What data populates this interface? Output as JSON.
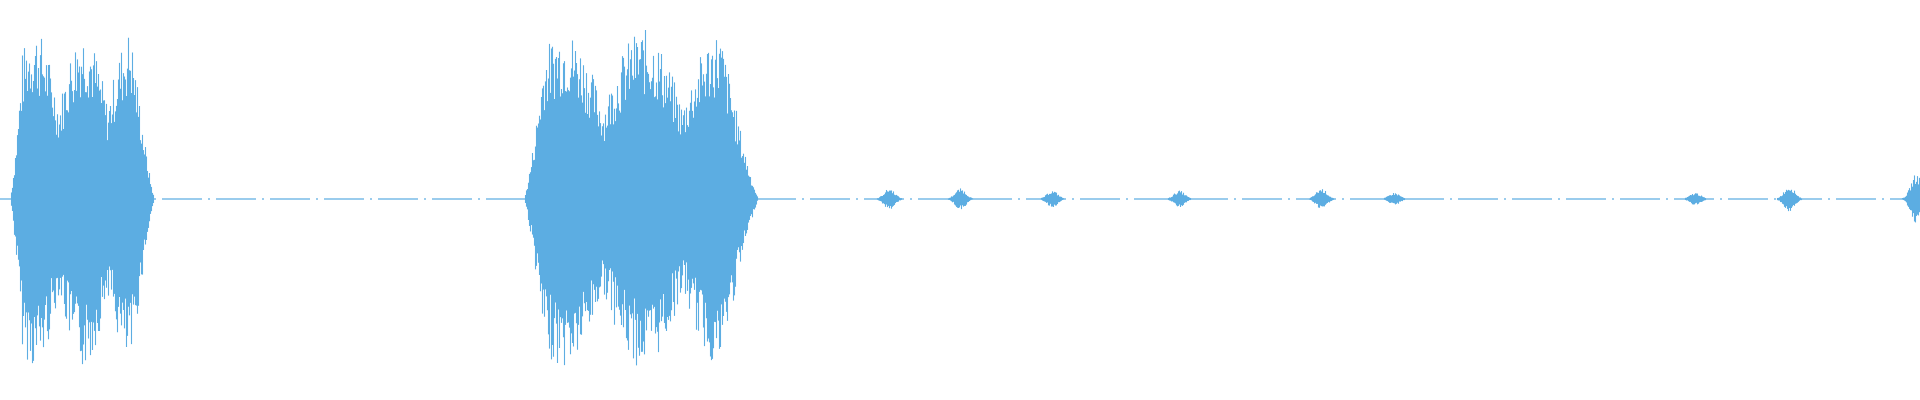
{
  "waveform": {
    "color": "#5DADE2",
    "centerline_color": "#5DADE2",
    "background": "#ffffff",
    "segments": [
      {
        "start": 0.005,
        "end": 0.08,
        "level": 0.8
      },
      {
        "start": 0.273,
        "end": 0.395,
        "level": 0.8
      }
    ],
    "blips": [
      {
        "at": 0.463,
        "level": 0.05
      },
      {
        "at": 0.5,
        "level": 0.05
      },
      {
        "at": 0.548,
        "level": 0.04
      },
      {
        "at": 0.614,
        "level": 0.04
      },
      {
        "at": 0.688,
        "level": 0.05
      },
      {
        "at": 0.726,
        "level": 0.03
      },
      {
        "at": 0.883,
        "level": 0.03
      },
      {
        "at": 0.932,
        "level": 0.06
      },
      {
        "at": 0.998,
        "level": 0.12
      }
    ]
  }
}
